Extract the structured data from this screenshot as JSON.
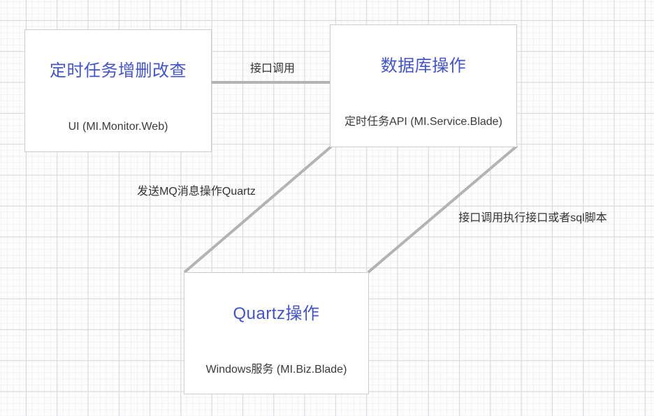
{
  "nodes": [
    {
      "title": "定时任务增删改查",
      "subtitle": "UI (MI.Monitor.Web)"
    },
    {
      "title": "数据库操作",
      "subtitle": "定时任务API (MI.Service.Blade)"
    },
    {
      "title": "Quartz操作",
      "subtitle": "Windows服务 (MI.Biz.Blade)"
    }
  ],
  "edges": [
    {
      "label": "接口调用",
      "from": "定时任务增删改查",
      "to": "数据库操作"
    },
    {
      "label": "发送MQ消息操作Quartz",
      "from": "数据库操作",
      "to": "Quartz操作"
    },
    {
      "label": "接口调用执行接口或者sql脚本",
      "from": "数据库操作",
      "to": "Quartz操作"
    }
  ],
  "colors": {
    "node_title": "#4355c4",
    "node_subtitle": "#3a3a3a",
    "node_fill": "#ffffff",
    "node_border": "#cdcdcd",
    "edge_stroke": "#b3b3b3",
    "edge_label": "#333333",
    "grid_major": "#d9d9dd",
    "grid_minor": "#f2f2f5",
    "canvas_bg": "#fdfdfd"
  }
}
